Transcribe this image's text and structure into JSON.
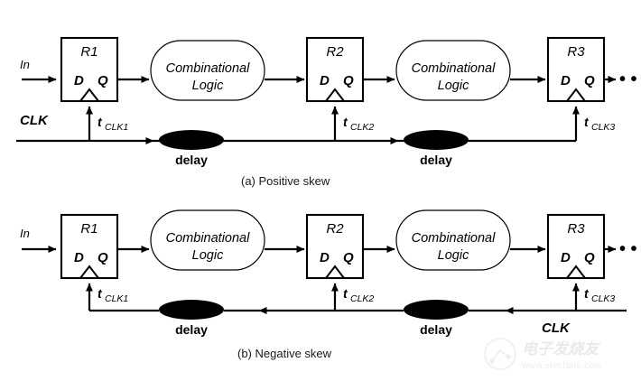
{
  "figure": {
    "title_note": "Clock skew in a sequential pipeline",
    "panels": [
      {
        "id": "positive",
        "caption": "(a) Positive skew",
        "input_label": "In",
        "clock_label": "CLK",
        "clock_direction": "left-to-right",
        "ellipsis": "• • •",
        "registers": [
          {
            "name": "R1",
            "d_label": "D",
            "q_label": "Q",
            "clock_arrival": "t",
            "clock_arrival_sub": "CLK1"
          },
          {
            "name": "R2",
            "d_label": "D",
            "q_label": "Q",
            "clock_arrival": "t",
            "clock_arrival_sub": "CLK2"
          },
          {
            "name": "R3",
            "d_label": "D",
            "q_label": "Q",
            "clock_arrival": "t",
            "clock_arrival_sub": "CLK3"
          }
        ],
        "logic_blocks": [
          {
            "line1": "Combinational",
            "line2": "Logic"
          },
          {
            "line1": "Combinational",
            "line2": "Logic"
          }
        ],
        "delays": [
          {
            "label": "delay"
          },
          {
            "label": "delay"
          }
        ]
      },
      {
        "id": "negative",
        "caption": "(b) Negative skew",
        "input_label": "In",
        "clock_label": "CLK",
        "clock_direction": "right-to-left",
        "ellipsis": "• • •",
        "registers": [
          {
            "name": "R1",
            "d_label": "D",
            "q_label": "Q",
            "clock_arrival": "t",
            "clock_arrival_sub": "CLK1"
          },
          {
            "name": "R2",
            "d_label": "D",
            "q_label": "Q",
            "clock_arrival": "t",
            "clock_arrival_sub": "CLK2"
          },
          {
            "name": "R3",
            "d_label": "D",
            "q_label": "Q",
            "clock_arrival": "t",
            "clock_arrival_sub": "CLK3"
          }
        ],
        "logic_blocks": [
          {
            "line1": "Combinational",
            "line2": "Logic"
          },
          {
            "line1": "Combinational",
            "line2": "Logic"
          }
        ],
        "delays": [
          {
            "label": "delay"
          },
          {
            "label": "delay"
          }
        ]
      }
    ]
  },
  "watermark": {
    "text_cn": "电子发烧友",
    "url": "www.elecfans.com"
  },
  "colors": {
    "ink": "#000000",
    "paper": "#ffffff",
    "caption": "#1a1a1a",
    "watermark": "#c2c2c6"
  }
}
